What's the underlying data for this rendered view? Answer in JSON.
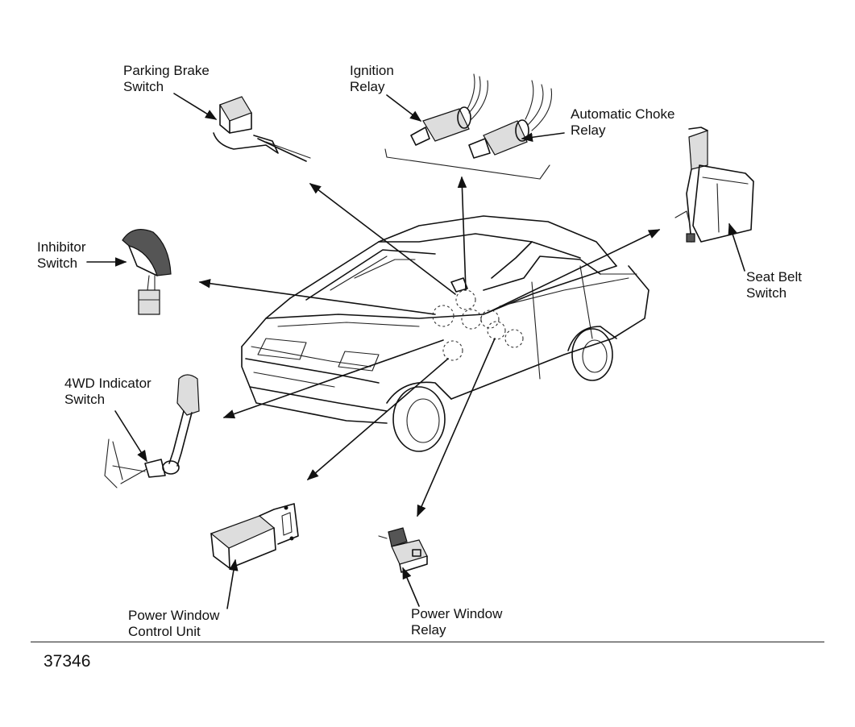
{
  "diagram": {
    "components": {
      "parking_brake_switch": {
        "line1": "Parking Brake",
        "line2": "Switch"
      },
      "ignition_relay": {
        "line1": "Ignition",
        "line2": "Relay"
      },
      "automatic_choke_relay": {
        "line1": "Automatic Choke",
        "line2": "Relay"
      },
      "inhibitor_switch": {
        "line1": "Inhibitor",
        "line2": "Switch"
      },
      "seat_belt_switch": {
        "line1": "Seat Belt",
        "line2": "Switch"
      },
      "4wd_indicator_switch": {
        "line1": "4WD Indicator",
        "line2": "Switch"
      },
      "power_window_control_unit": {
        "line1": "Power Window",
        "line2": "Control Unit"
      },
      "power_window_relay": {
        "line1": "Power Window",
        "line2": "Relay"
      }
    },
    "figure_number": "37346"
  }
}
